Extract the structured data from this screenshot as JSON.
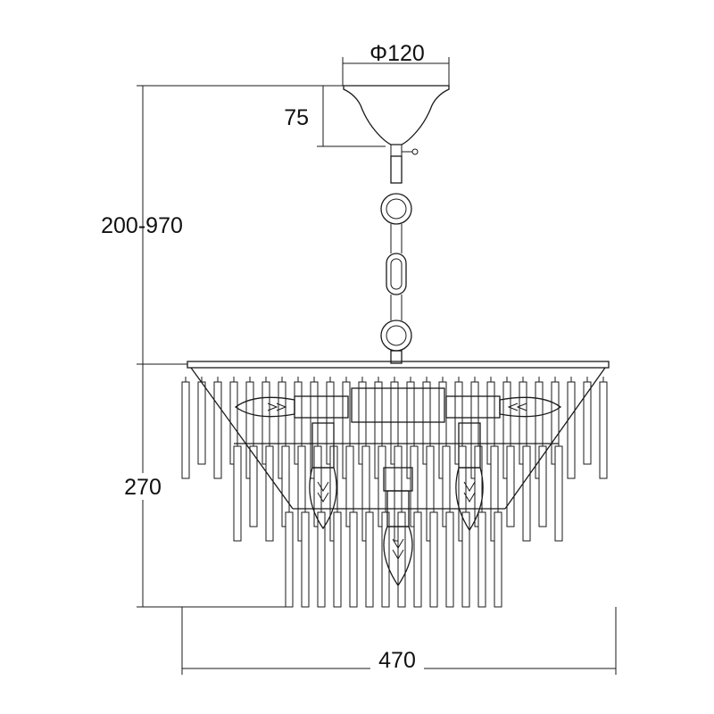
{
  "dimensions": {
    "canopy_diameter": "Φ120",
    "canopy_height": "75",
    "drop_range": "200-970",
    "body_height": "270",
    "body_width": "470"
  }
}
